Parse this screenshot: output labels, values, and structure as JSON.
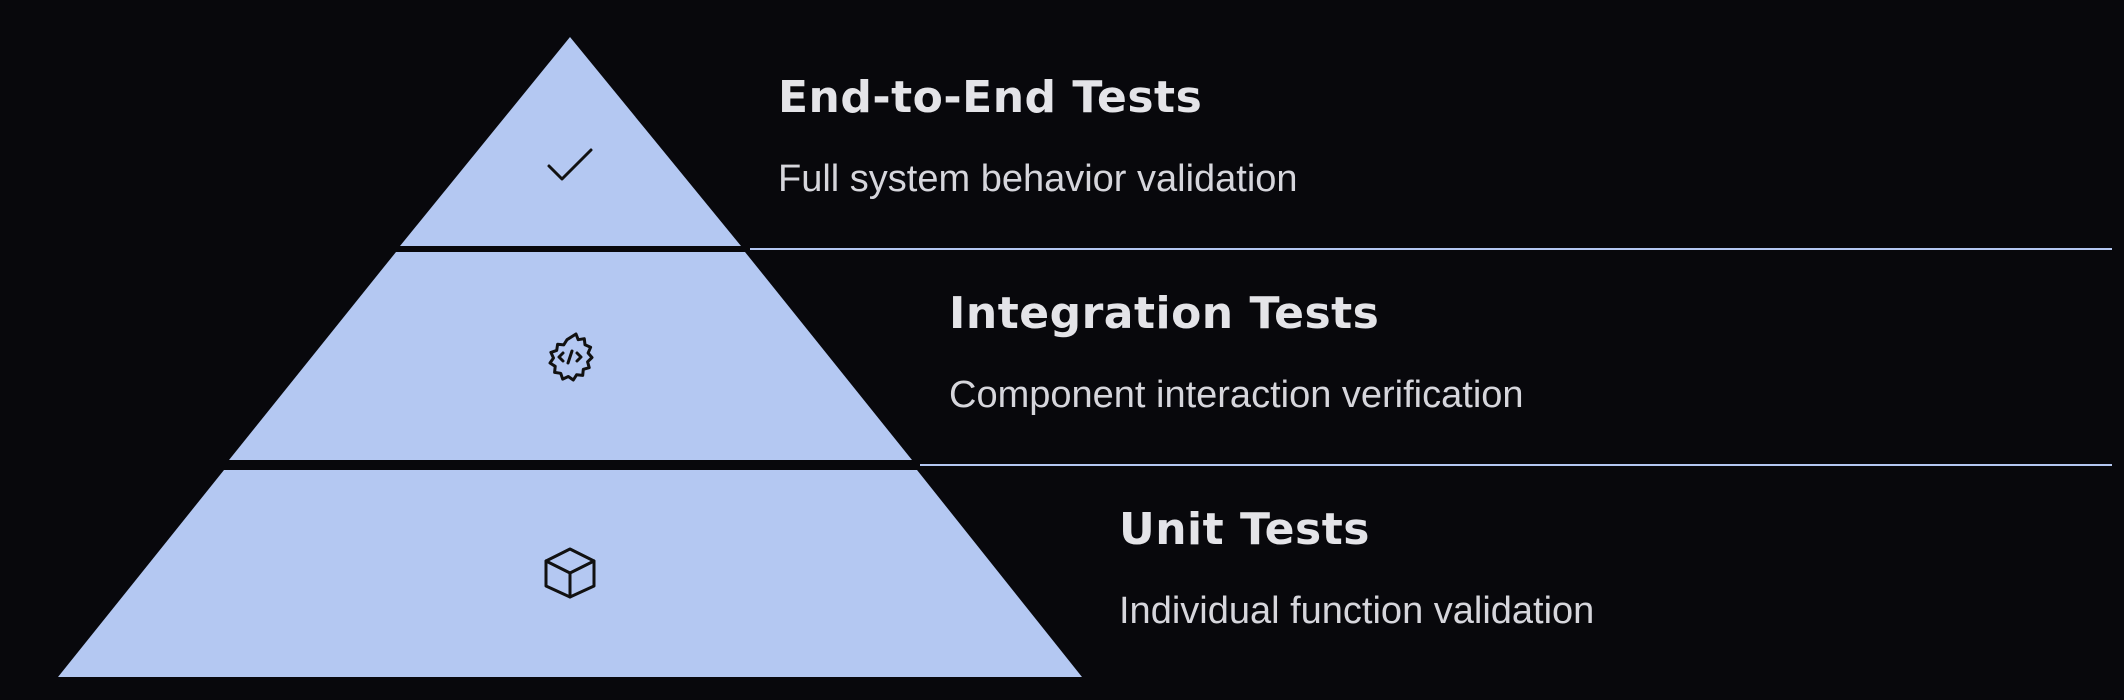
{
  "colors": {
    "background": "#08080c",
    "tier_fill": "#b4c8f2",
    "separator": "#b4c8f2",
    "icon_stroke": "#111111",
    "title_text": "#e4e4e8",
    "desc_text": "#d6d6dc"
  },
  "tiers": [
    {
      "title": "End-to-End Tests",
      "description": "Full system behavior validation",
      "icon": "check-icon"
    },
    {
      "title": "Integration Tests",
      "description": "Component interaction verification",
      "icon": "code-gear-icon"
    },
    {
      "title": "Unit Tests",
      "description": "Individual function validation",
      "icon": "cube-icon"
    }
  ]
}
